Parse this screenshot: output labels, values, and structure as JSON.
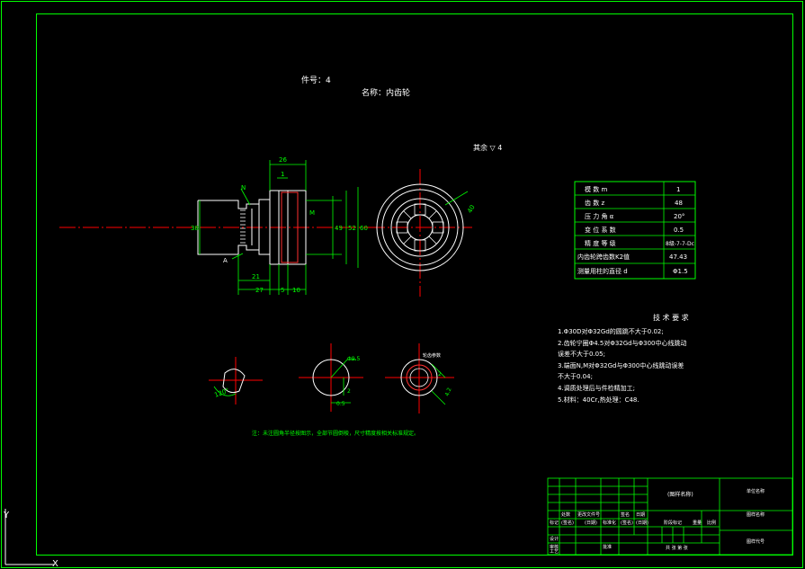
{
  "colors": {
    "background": "#000000",
    "frame": "#00ff00",
    "part_outline": "#ffffff",
    "dimension": "#00ff00",
    "centerline": "#ff0000",
    "text": "#ffffff",
    "note_text": "#00ff00",
    "highlight": "#ff3030"
  },
  "header": {
    "part_no": "件号：4",
    "part_name": "名称：内齿轮",
    "roughness": "其余 ▽ 4"
  },
  "dimensions": {
    "d26": "26",
    "d1": "1",
    "dN": "N",
    "d38": "38",
    "dM": "M",
    "d49": "49",
    "d52": "52",
    "d60": "60",
    "dA": "A",
    "d21": "21",
    "d27": "27",
    "d5": "5",
    "d10": "10",
    "d40": "40",
    "d2a": "2",
    "d2b": "2",
    "d6": "6",
    "dphi5": "Φ9.5",
    "d05": "0.5",
    "d120": "120°",
    "d42": "4.2",
    "dsec": "轮齿参数"
  },
  "gear_table": {
    "rows": [
      {
        "label": "模 数 m",
        "value": "1"
      },
      {
        "label": "齿 数 z",
        "value": "48"
      },
      {
        "label": "压 力 角 α",
        "value": "20°"
      },
      {
        "label": "变 位 系 数",
        "value": "0.5"
      },
      {
        "label": "精 度 等 级",
        "value": "8级-7-7-Dc"
      },
      {
        "label": "内齿轮跨齿数K2值",
        "value": "47.43"
      },
      {
        "label": "测量用柱的直径 d",
        "value": "Φ1.5"
      }
    ]
  },
  "tech_req": {
    "title": "技 术 要 求",
    "lines": [
      "1.Φ30D对Φ32Gd的圆跳不大于0.02;",
      "2.齿轮宁圈Φ4.5对Φ32Gd与Φ300中心线跳动",
      "误差不大于0.05;",
      "3.端面N,M对Φ32Gd与Φ300中心线跳动误差",
      "不大于0.04;",
      "4.调质处理后与件检精加工;",
      "5.材料：40Cr,热处理：C48."
    ]
  },
  "note": "注：未注圆角半径按图示，全部节圆倒棱，尺寸精度按相关标准规定。",
  "title_block": {
    "drawing_name": "(图样名称)",
    "cells": {
      "c1": "标记",
      "c2": "处数",
      "c3": "更改文件号",
      "c4": "签名",
      "c5": "日期",
      "c6": "设计",
      "c7": "(签名)",
      "c8": "(日期)",
      "c9": "标准化",
      "c10": "(签名)",
      "c11": "(日期)",
      "c12": "审核",
      "c13": "工艺",
      "c14": "批准",
      "c15": "阶段标记",
      "c16": "重量",
      "c17": "比例",
      "c18": "共 张 第 张",
      "r1": "单位名称",
      "r2": "图样名称",
      "r3": "图样代号"
    }
  },
  "axis": {
    "y_label": "Y",
    "x_label": "X"
  }
}
